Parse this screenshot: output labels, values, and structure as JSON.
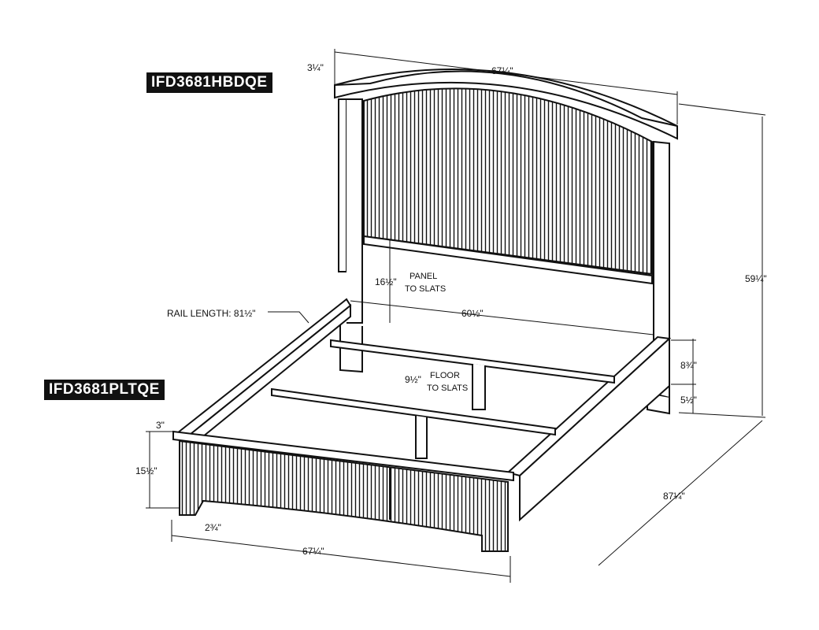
{
  "models": {
    "headboard": "IFD3681HBDQE",
    "platform": "IFD3681PLTQE"
  },
  "dimensions": {
    "hb_cap_height": "3¼\"",
    "hb_width": "67¼\"",
    "overall_height": "59¼\"",
    "panel_to_slats": "16½\"",
    "panel_to_slats_note": [
      "PANEL",
      "TO SLATS"
    ],
    "rail_length_label": "RAIL LENGTH: 81½\"",
    "inner_width": "60½\"",
    "floor_to_slats": "9½\"",
    "floor_to_slats_note": [
      "FLOOR",
      "TO SLATS"
    ],
    "side_rail_height": "8¾\"",
    "side_rail_clearance": "5½\"",
    "fb_cap_height": "3\"",
    "fb_height": "15½\"",
    "fb_leg_width": "2¾\"",
    "fb_width": "67¼\"",
    "overall_length": "87¼\""
  },
  "colors": {
    "line": "#111111",
    "label_bg": "#111111",
    "label_text": "#ffffff"
  }
}
